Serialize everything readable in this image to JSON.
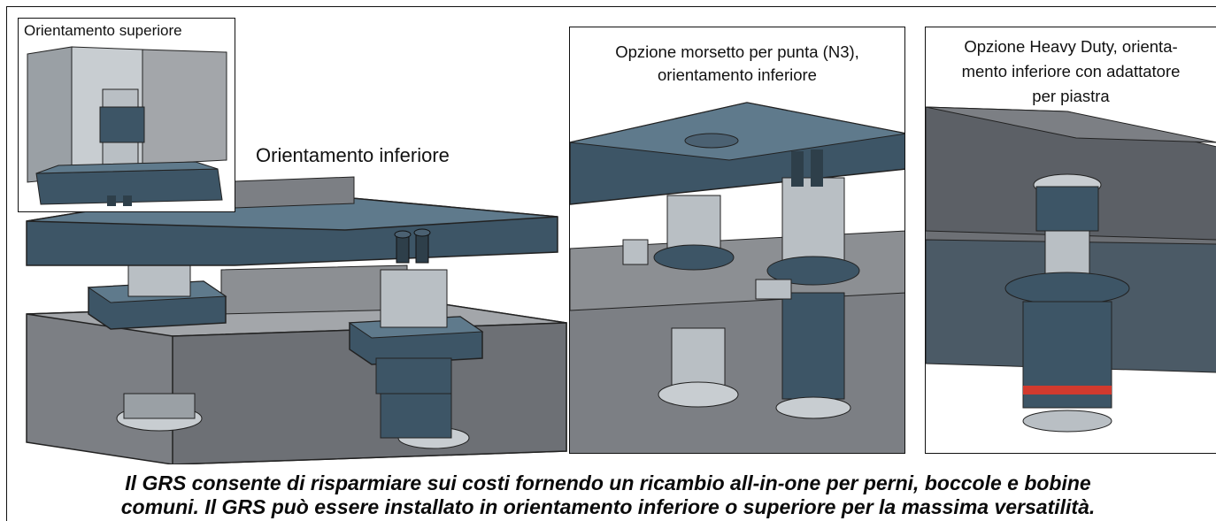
{
  "labels": {
    "inset_top": "Orientamento superiore",
    "main": "Orientamento inferiore",
    "panel_n3_line1": "Opzione morsetto per punta (N3),",
    "panel_n3_line2": "orientamento inferiore",
    "panel_hd_line1": "Opzione Heavy Duty, orienta-",
    "panel_hd_line2": "mento inferiore con adattatore",
    "panel_hd_line3": "per piastra"
  },
  "caption": {
    "line1": "Il GRS consente di risparmiare sui costi fornendo un ricambio all-in-one per perni, boccole e bobine",
    "line2": "comuni. Il GRS può essere installato in orientamento inferiore o superiore per la massima versatilità."
  },
  "colors": {
    "plate_blue": "#3d5566",
    "plate_top": "#5f7a8c",
    "steel": "#b9bfc4",
    "die_gray": "#7c7f84",
    "red_band": "#d23a2e"
  }
}
